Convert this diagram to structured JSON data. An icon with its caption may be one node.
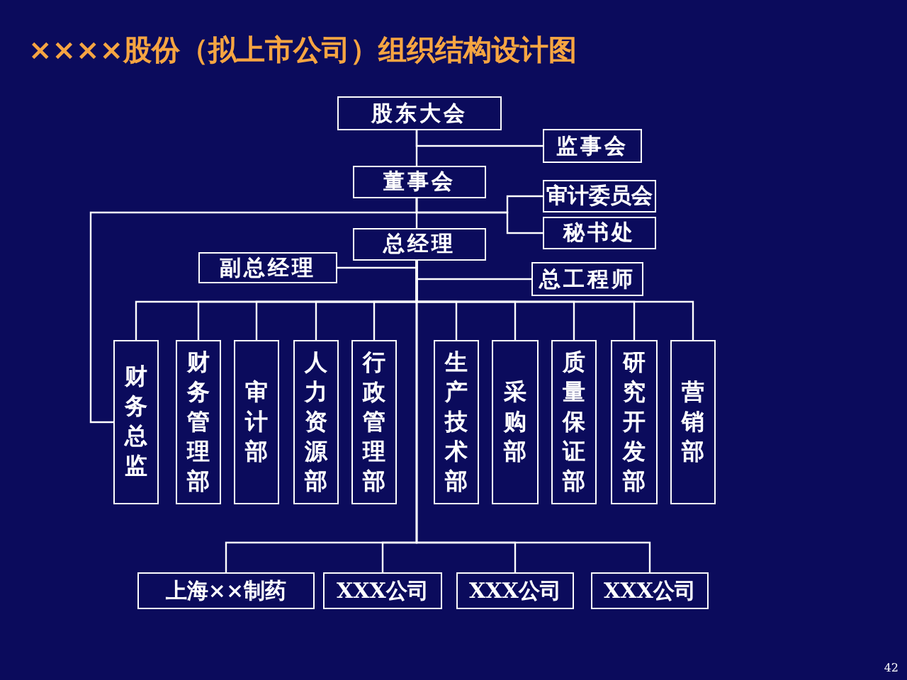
{
  "diagram": {
    "title": "××××股份（拟上市公司）组织结构设计图",
    "nodes": [
      {
        "text": [
          "股东大会"
        ]
      },
      {
        "text": [
          "监事会"
        ]
      },
      {
        "text": [
          "董事会"
        ]
      },
      {
        "text": [
          "审计委员会"
        ]
      },
      {
        "text": [
          "秘书处"
        ]
      },
      {
        "text": [
          "总经理"
        ]
      },
      {
        "text": [
          "副总经理"
        ]
      },
      {
        "text": [
          "总工程师"
        ]
      },
      {
        "text": [
          "财务总监"
        ]
      },
      {
        "text": [
          "财务管理部"
        ]
      },
      {
        "text": [
          "审计部"
        ]
      },
      {
        "text": [
          "人力资源部"
        ]
      },
      {
        "text": [
          "行政管理部"
        ]
      },
      {
        "text": [
          "生产技术部"
        ]
      },
      {
        "text": [
          "采购部"
        ]
      },
      {
        "text": [
          "质量保证部"
        ]
      },
      {
        "text": [
          "研究开发部"
        ]
      },
      {
        "text": [
          "营销部"
        ]
      },
      {
        "text": [
          "上海××制药"
        ]
      },
      {
        "text": [
          "XXX公司"
        ]
      },
      {
        "text": [
          "XXX公司"
        ]
      },
      {
        "text": [
          "XXX公司"
        ]
      }
    ],
    "edges": [
      {
        "from": 0,
        "to": 1,
        "arrow": "none"
      },
      {
        "from": 0,
        "to": 2,
        "arrow": "none"
      },
      {
        "from": 2,
        "to": 3,
        "arrow": "none"
      },
      {
        "from": 2,
        "to": 4,
        "arrow": "none"
      },
      {
        "from": 2,
        "to": 5,
        "arrow": "none"
      },
      {
        "from": 2,
        "to": 8,
        "arrow": "none"
      },
      {
        "from": 5,
        "to": 6,
        "arrow": "none"
      },
      {
        "from": 5,
        "to": 7,
        "arrow": "none"
      },
      {
        "from": 5,
        "to": 8,
        "arrow": "none"
      },
      {
        "from": 5,
        "to": 9,
        "arrow": "none"
      },
      {
        "from": 5,
        "to": 10,
        "arrow": "none"
      },
      {
        "from": 5,
        "to": 11,
        "arrow": "none"
      },
      {
        "from": 5,
        "to": 12,
        "arrow": "none"
      },
      {
        "from": 5,
        "to": 13,
        "arrow": "none"
      },
      {
        "from": 5,
        "to": 14,
        "arrow": "none"
      },
      {
        "from": 5,
        "to": 15,
        "arrow": "none"
      },
      {
        "from": 5,
        "to": 16,
        "arrow": "none"
      },
      {
        "from": 5,
        "to": 17,
        "arrow": "none"
      },
      {
        "from": 5,
        "to": 18,
        "arrow": "none"
      },
      {
        "from": 5,
        "to": 19,
        "arrow": "none"
      },
      {
        "from": 5,
        "to": 20,
        "arrow": "none"
      },
      {
        "from": 5,
        "to": 21,
        "arrow": "none"
      }
    ],
    "labels": [
      "42"
    ]
  }
}
